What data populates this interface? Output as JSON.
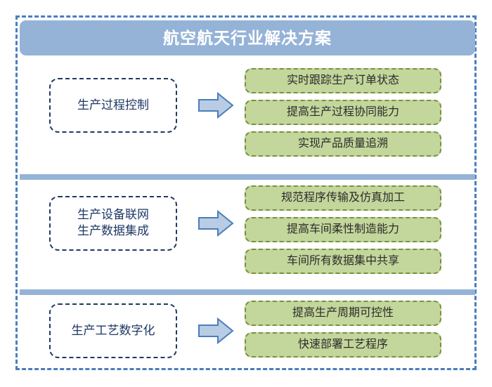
{
  "page": {
    "background_color": "#ffffff",
    "frame_color": "#4a7ebb"
  },
  "header": {
    "title": "航空航天行业解决方案",
    "background_color": "#95b3d7",
    "text_color": "#ffffff"
  },
  "colors": {
    "banner_blue": "#95b3d7",
    "frame_blue": "#4a7ebb",
    "left_box_navy": "#1f3864",
    "green_fill": "#c3d69b",
    "green_border": "#779141",
    "arrow_fill": "#b8cce4",
    "arrow_border": "#4a7ebb",
    "divider_blue": "#95b3d7"
  },
  "sections": [
    {
      "id": "production-process-control",
      "category": "生产过程控制",
      "arrow_icon": "right-arrow-icon",
      "items": [
        "实时跟踪生产订单状态",
        "提高生产过程协同能力",
        "实现产品质量追溯"
      ]
    },
    {
      "id": "equipment-networking-data-integration",
      "category": "生产设备联网\n生产数据集成",
      "arrow_icon": "right-arrow-icon",
      "items": [
        "规范程序传输及仿真加工",
        "提高车间柔性制造能力",
        "车间所有数据集中共享"
      ]
    },
    {
      "id": "process-digitalization",
      "category": "生产工艺数字化",
      "arrow_icon": "right-arrow-icon",
      "items": [
        "提高生产周期可控性",
        "快速部署工艺程序"
      ]
    }
  ]
}
